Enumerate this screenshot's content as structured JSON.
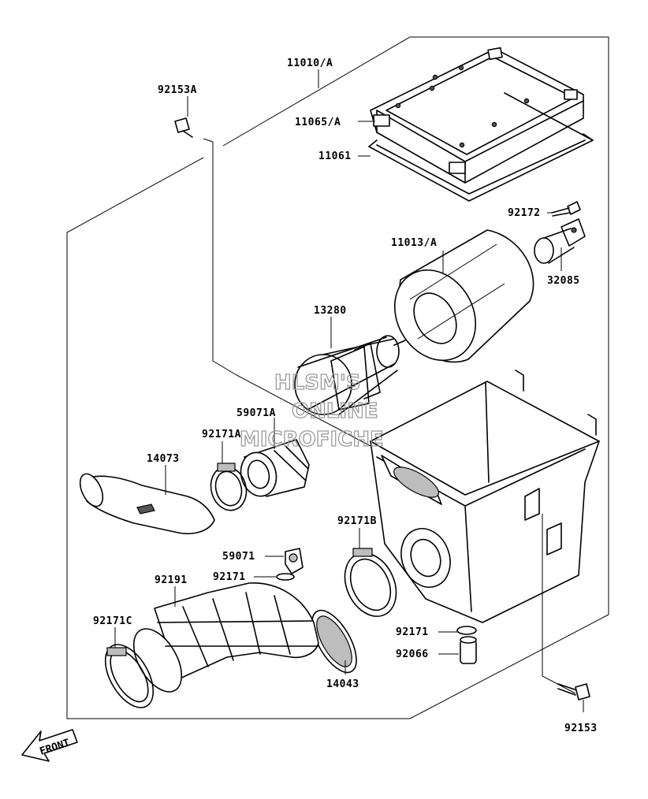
{
  "parts": {
    "p_11010A": "11010/A",
    "p_92153A": "92153A",
    "p_11065A": "11065/A",
    "p_11061": "11061",
    "p_92172": "92172",
    "p_11013A": "11013/A",
    "p_32085": "32085",
    "p_13280": "13280",
    "p_59071A": "59071A",
    "p_92171A": "92171A",
    "p_14073": "14073",
    "p_92171B": "92171B",
    "p_59071": "59071",
    "p_92171_top": "92171",
    "p_92191": "92191",
    "p_92171C": "92171C",
    "p_14043": "14043",
    "p_92171_bottom": "92171",
    "p_92066": "92066",
    "p_92153": "92153"
  },
  "watermark": {
    "line1": "HLSM'S",
    "line2": "ONLINE",
    "line3": "MICROFICHE"
  },
  "front_arrow": {
    "label": "FRONT"
  }
}
